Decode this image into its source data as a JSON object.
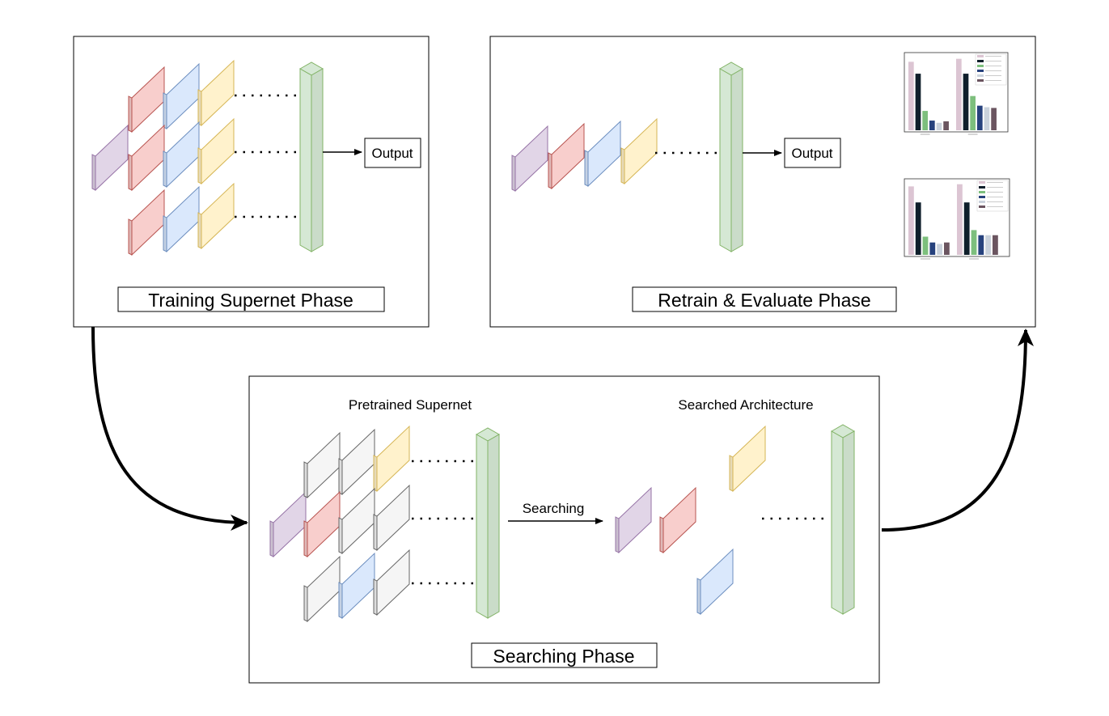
{
  "panels": {
    "training": {
      "caption": "Training Supernet Phase",
      "output_label": "Output"
    },
    "retrain": {
      "caption": "Retrain & Evaluate Phase",
      "output_label": "Output"
    },
    "searching": {
      "caption": "Searching Phase",
      "pretrained_label": "Pretrained Supernet",
      "searched_label": "Searched Architecture",
      "arrow_label": "Searching"
    }
  },
  "colors": {
    "purple": [
      "#e1d5e7",
      "#9673a6"
    ],
    "red": [
      "#f8cecc",
      "#b85450"
    ],
    "blue": [
      "#dae8fc",
      "#6c8ebf"
    ],
    "yellow": [
      "#fff2cc",
      "#d6b656"
    ],
    "gray": [
      "#f5f5f5",
      "#666666"
    ],
    "green": [
      "#d5e8d4",
      "#82b366"
    ]
  },
  "thumbnail_charts": [
    {
      "type": "bar",
      "categories": [
        "",
        ""
      ],
      "series": [
        {
          "values": [
            0.92,
            0.96
          ],
          "color": "#dcc5d3"
        },
        {
          "values": [
            0.76,
            0.76
          ],
          "color": "#0f1f2b"
        },
        {
          "values": [
            0.26,
            0.46
          ],
          "color": "#7dbf7d"
        },
        {
          "values": [
            0.13,
            0.33
          ],
          "color": "#27427d"
        },
        {
          "values": [
            0.1,
            0.31
          ],
          "color": "#cad2dc"
        },
        {
          "values": [
            0.12,
            0.3
          ],
          "color": "#6b5560"
        }
      ]
    },
    {
      "type": "bar",
      "categories": [
        "",
        ""
      ],
      "series": [
        {
          "values": [
            0.94,
            0.97
          ],
          "color": "#dcc5d3"
        },
        {
          "values": [
            0.72,
            0.72
          ],
          "color": "#0f1f2b"
        },
        {
          "values": [
            0.25,
            0.34
          ],
          "color": "#7dbf7d"
        },
        {
          "values": [
            0.17,
            0.27
          ],
          "color": "#27427d"
        },
        {
          "values": [
            0.15,
            0.27
          ],
          "color": "#cad2dc"
        },
        {
          "values": [
            0.17,
            0.27
          ],
          "color": "#6b5560"
        }
      ]
    }
  ]
}
